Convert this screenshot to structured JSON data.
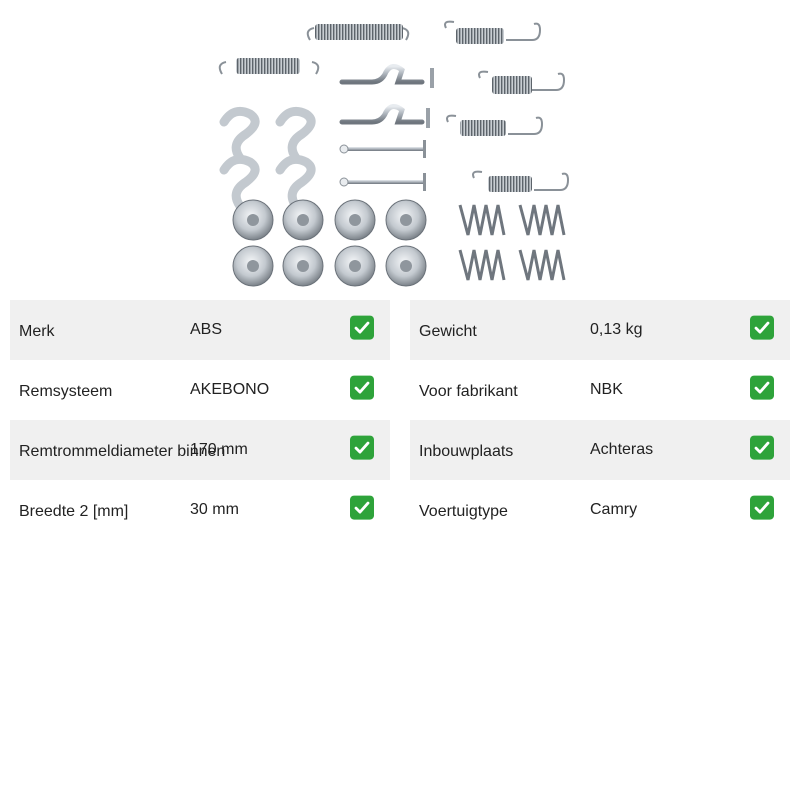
{
  "product_image": {
    "icon": "brake-shoe-fitting-kit-image"
  },
  "specs_left": [
    {
      "label": "Merk",
      "value": "ABS"
    },
    {
      "label": "Remsysteem",
      "value": "AKEBONO"
    },
    {
      "label": "Remtrommeldiameter binnen",
      "value": "170 mm"
    },
    {
      "label": "Breedte 2 [mm]",
      "value": "30 mm"
    }
  ],
  "specs_right": [
    {
      "label": "Gewicht",
      "value": "0,13 kg"
    },
    {
      "label": "Voor fabrikant",
      "value": "NBK"
    },
    {
      "label": "Inbouwplaats",
      "value": "Achteras"
    },
    {
      "label": "Voertuigtype",
      "value": "Camry"
    }
  ],
  "colors": {
    "row_shade": "#f0f0f0",
    "check_green": "#2ea33a"
  },
  "check_icon": "white-check-mark-icon"
}
